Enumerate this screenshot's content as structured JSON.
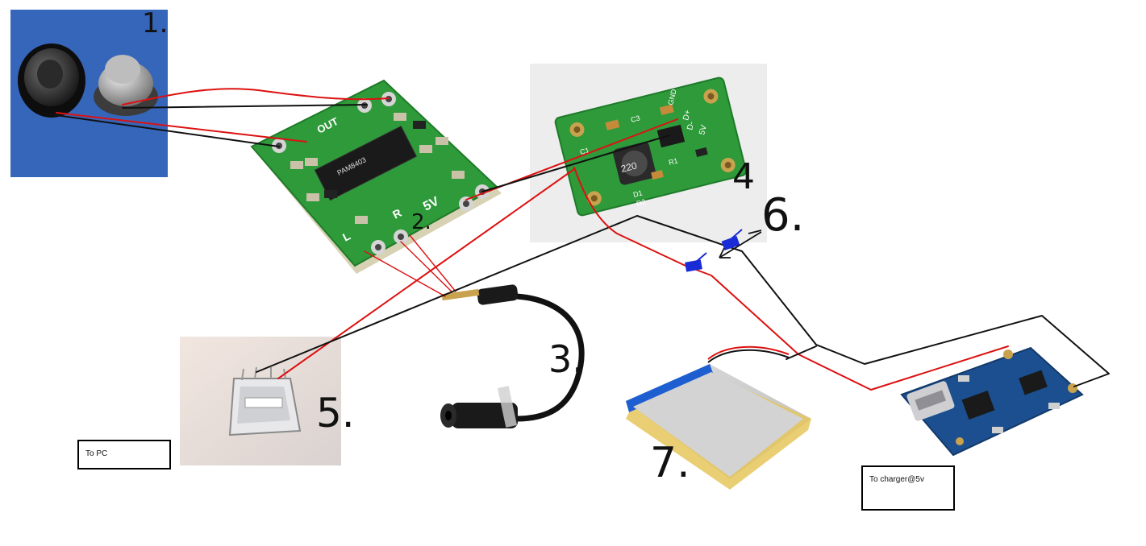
{
  "labels": {
    "n1": "1.",
    "n2": "2.",
    "n3": "3.",
    "n4": "4",
    "n5": "5.",
    "n6": "6.",
    "n7": "7."
  },
  "boards": {
    "amp": {
      "out": "OUT",
      "v5": "5V",
      "r": "R",
      "l": "L",
      "chip": "PAM8403"
    },
    "boost": {
      "gnd": "GND",
      "dplus": "D+",
      "dminus": "D-",
      "v5": "5V",
      "inductor": "220",
      "c1": "C1",
      "c3": "C3",
      "r1": "R1",
      "d1": "D1",
      "d2": "D2"
    }
  },
  "notes": {
    "to_pc": "To PC",
    "to_charger": "To charger@5v"
  },
  "colors": {
    "wire_red": "#dd1111",
    "wire_black": "#111111",
    "pcb_green": "#2e9a3a",
    "pcb_blue": "#1b4f8f",
    "speaker_bg": "#3a6cc0",
    "switch_blue": "#1a2cd6"
  }
}
